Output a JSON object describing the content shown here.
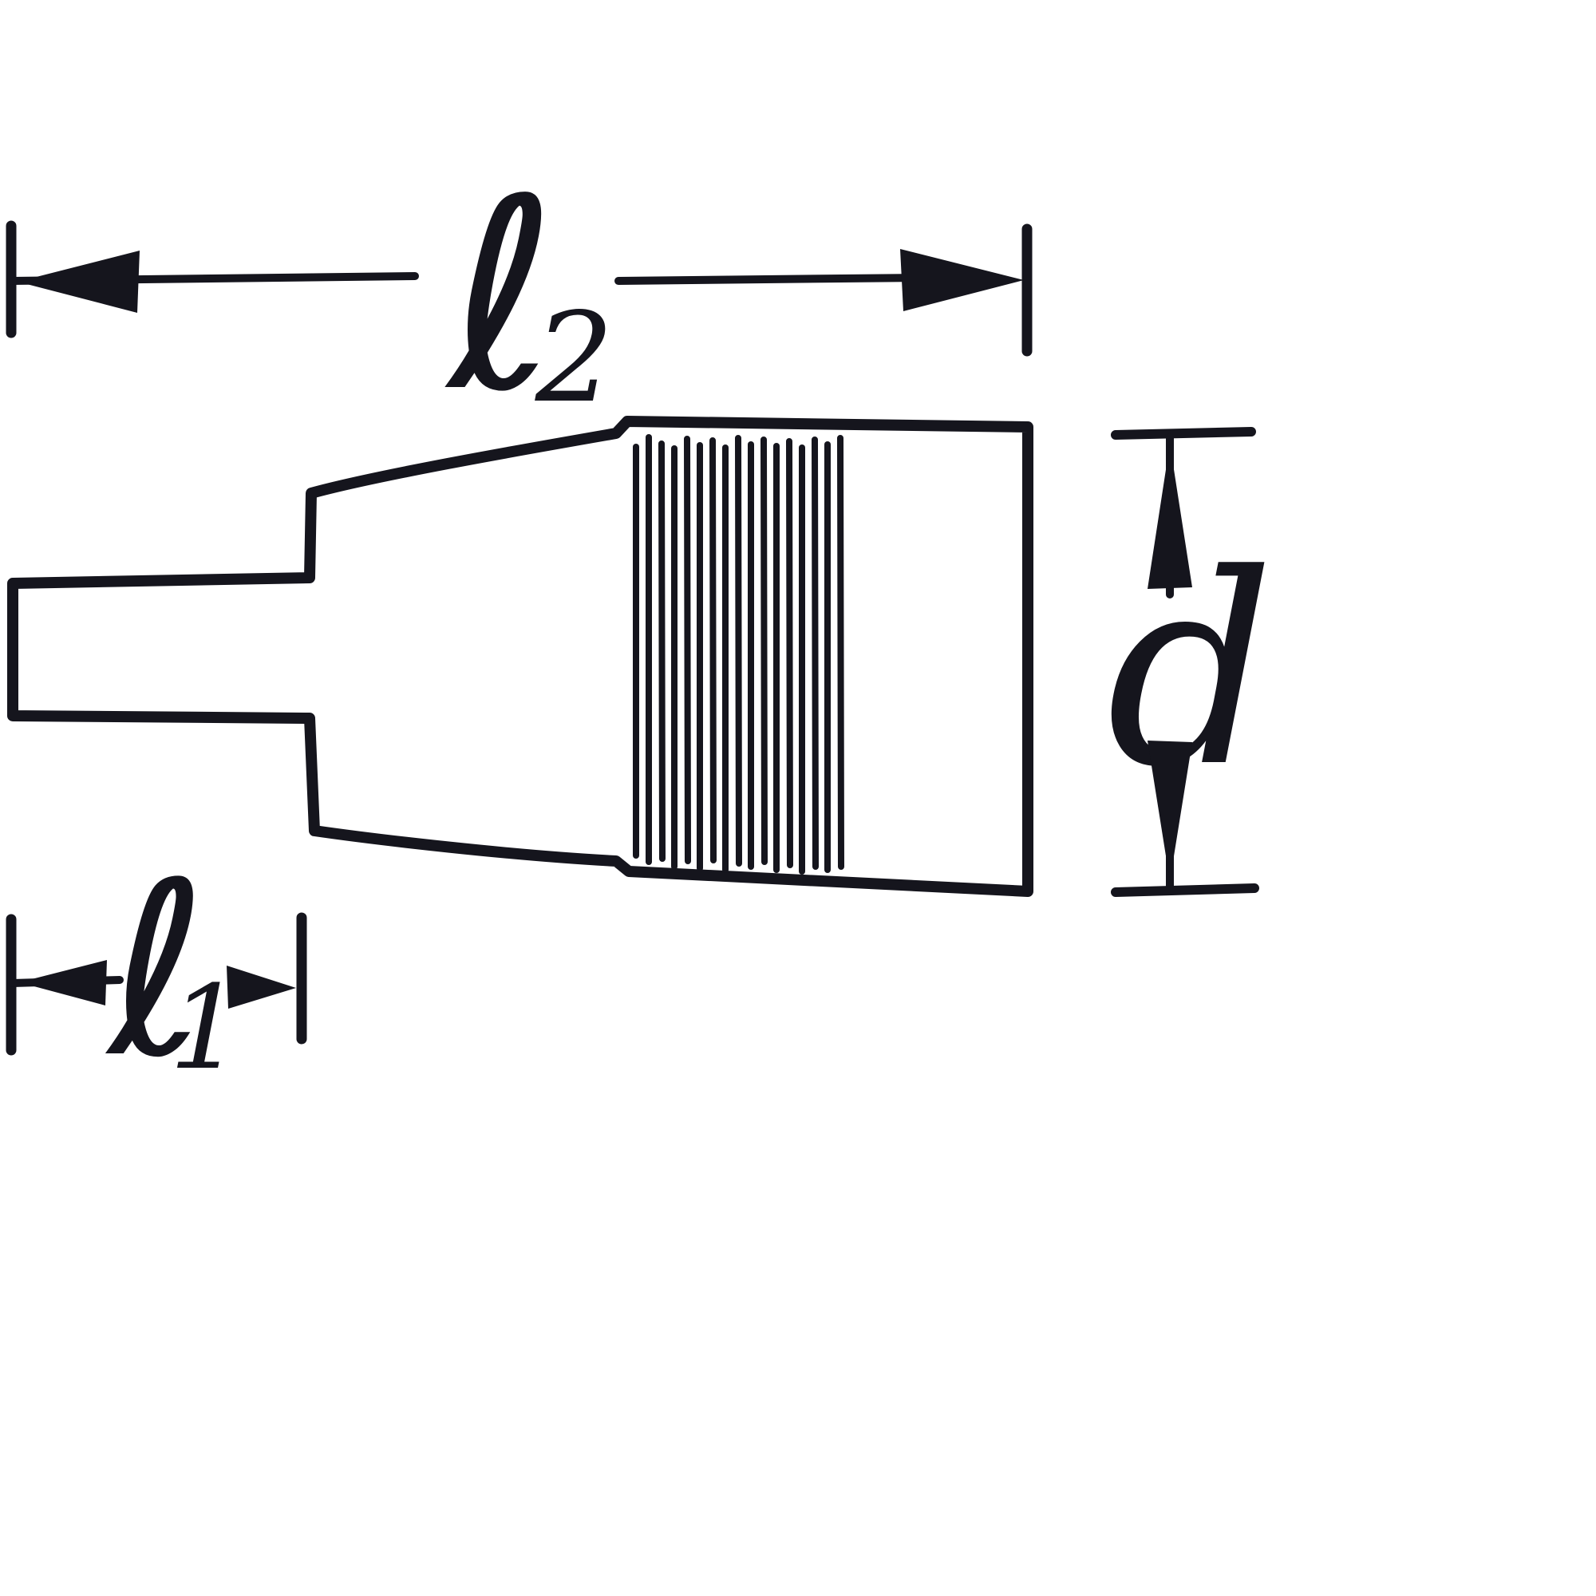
{
  "colors": {
    "ink": "#15151d",
    "background": "#ffffff"
  },
  "dimensions": {
    "l2": {
      "symbol": "ℓ",
      "subscript": "2"
    },
    "l1": {
      "symbol": "ℓ",
      "subscript": "1"
    },
    "d": {
      "symbol": "d"
    }
  }
}
